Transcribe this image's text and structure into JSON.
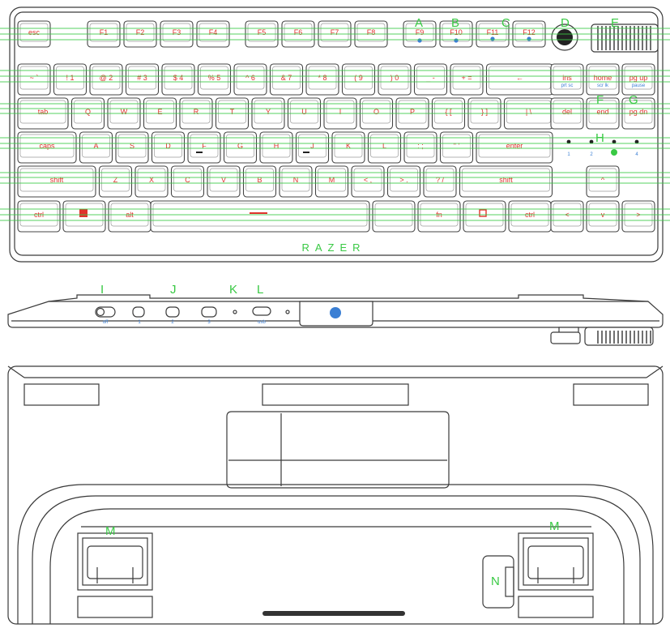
{
  "callouts": {
    "A": "A",
    "B": "B",
    "C": "C",
    "D": "D",
    "E": "E",
    "F": "F",
    "G": "G",
    "H": "H",
    "I": "I",
    "J": "J",
    "K": "K",
    "L": "L",
    "M1": "M",
    "M2": "M",
    "N": "N"
  },
  "brand": "RAZER",
  "keys": {
    "fn_row": [
      "esc",
      "F1",
      "F2",
      "F3",
      "F4",
      "F5",
      "F6",
      "F7",
      "F8",
      "F9",
      "F10",
      "F11",
      "F12"
    ],
    "num_row": [
      "~ `",
      "! 1",
      "@ 2",
      "# 3",
      "$ 4",
      "% 5",
      "^ 6",
      "& 7",
      "* 8",
      "( 9",
      ") 0",
      "_ -",
      "+ =",
      "←"
    ],
    "q_row": [
      "tab",
      "Q",
      "W",
      "E",
      "R",
      "T",
      "Y",
      "U",
      "I",
      "O",
      "P",
      "{ [",
      "} ]",
      "| \\"
    ],
    "a_row": [
      "caps",
      "A",
      "S",
      "D",
      "F",
      "G",
      "H",
      "J",
      "K",
      "L",
      ": ;",
      "\" '",
      "enter"
    ],
    "z_row": [
      "shift",
      "Z",
      "X",
      "C",
      "V",
      "B",
      "N",
      "M",
      "< ,",
      "> .",
      "? /",
      "shift"
    ],
    "bottom_row": [
      "ctrl",
      "",
      "alt",
      "",
      "",
      "",
      "fn",
      "",
      "ctrl"
    ],
    "nav_top": [
      "ins",
      "home",
      "pg up"
    ],
    "nav_bottom": [
      "del",
      "end",
      "pg dn"
    ],
    "nav_top_sub": [
      "prt sc",
      "scr lk",
      "pause"
    ],
    "arrows": [
      "^",
      "<",
      "v",
      ">"
    ]
  },
  "led_labels": [
    "1",
    "2",
    "3",
    "4"
  ],
  "side_labels": {
    "switch": "off",
    "slot1": "1",
    "slot2": "2",
    "slot3": "3",
    "usb": "usb"
  },
  "colors": {
    "callout": "#39c944",
    "legend": "#e0322c",
    "secondary": "#3b7fd4",
    "outline": "#3a3a3a"
  }
}
